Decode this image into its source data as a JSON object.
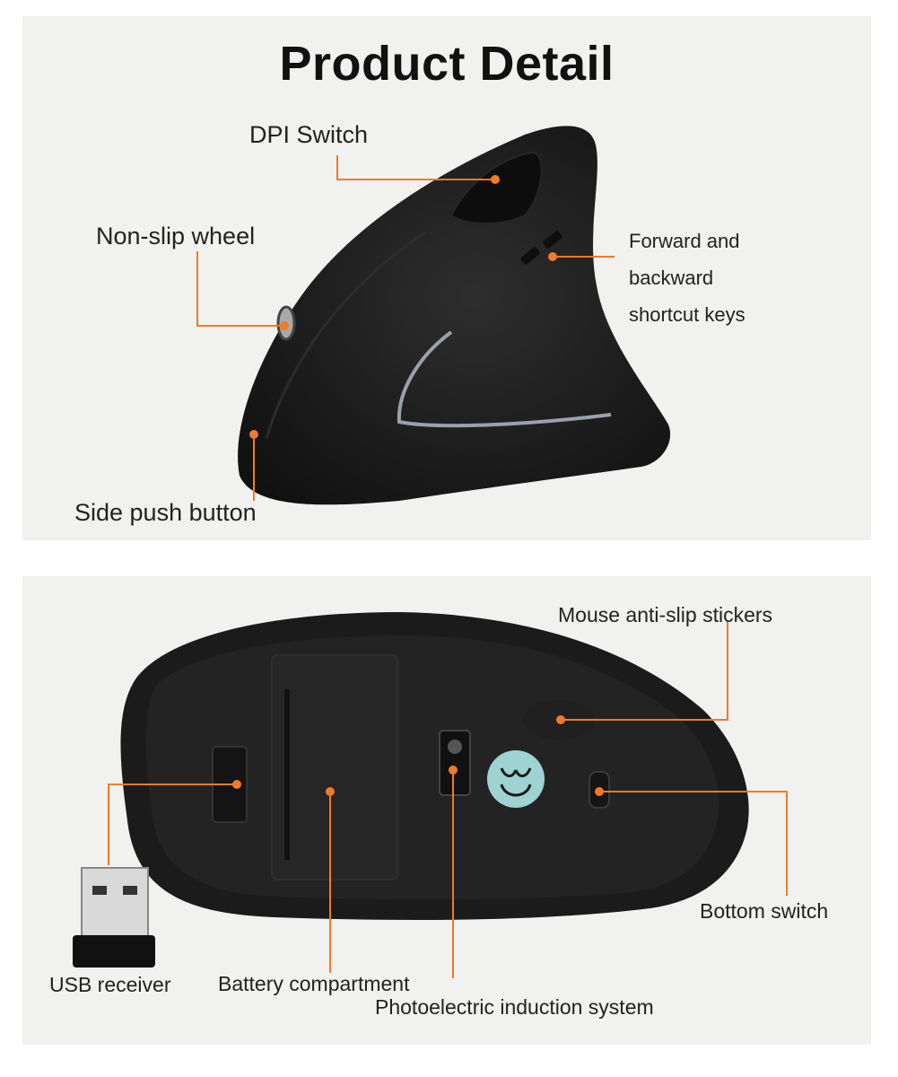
{
  "top": {
    "title": "Product Detail",
    "labels": {
      "dpi_switch": "DPI Switch",
      "non_slip_wheel": "Non-slip wheel",
      "shortcut_keys_line1": "Forward and",
      "shortcut_keys_line2": "backward",
      "shortcut_keys_line3": "shortcut keys",
      "side_push_button": "Side push button"
    }
  },
  "bottom": {
    "labels": {
      "anti_slip_stickers": "Mouse anti-slip stickers",
      "bottom_switch": "Bottom switch",
      "usb_receiver": "USB receiver",
      "battery_compartment": "Battery compartment",
      "photoelectric_system": "Photoelectric induction system"
    }
  },
  "colors": {
    "panel_bg": "#f1f1ef",
    "callout": "#f07a2a",
    "mouse_body": "#1b1b1b",
    "sensor_badge": "#9ed2d3"
  }
}
